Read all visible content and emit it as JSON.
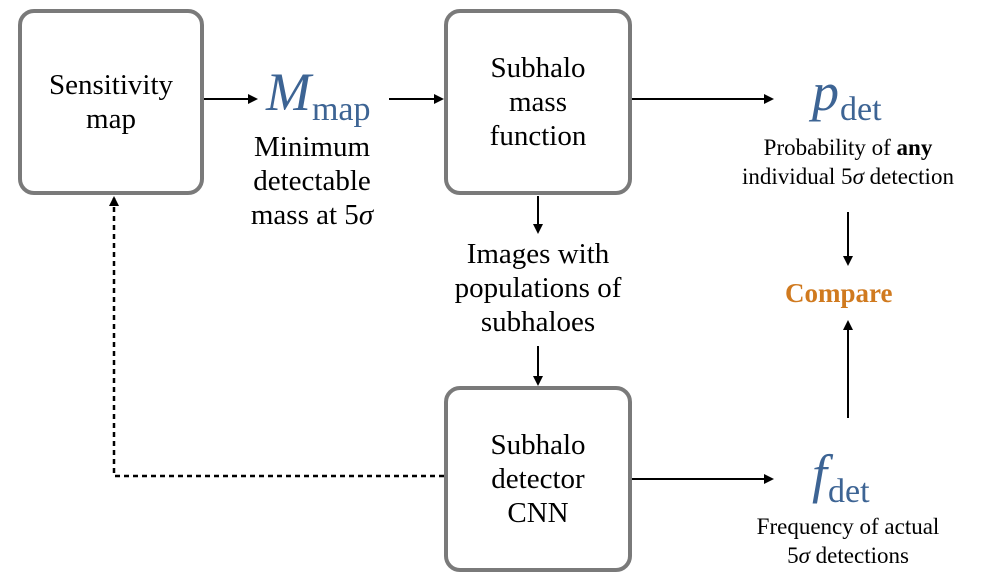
{
  "nodes": {
    "sensitivity_map": {
      "lines": [
        "Sensitivity",
        "map"
      ]
    },
    "mass_function": {
      "lines": [
        "Subhalo",
        "mass",
        "function"
      ]
    },
    "detector_cnn": {
      "lines": [
        "Subhalo",
        "detector",
        "CNN"
      ]
    }
  },
  "symbols": {
    "m_map": {
      "main": "M",
      "sub": "map"
    },
    "p_det": {
      "main": "p",
      "sub": "det"
    },
    "f_det": {
      "main": "f",
      "sub": "det"
    }
  },
  "labels": {
    "m_map_desc": {
      "line1": "Minimum",
      "line2": "detectable",
      "line3_prefix": "mass at 5",
      "sigma": "σ"
    },
    "images_desc": {
      "line1": "Images with",
      "line2": "populations of",
      "line3": "subhaloes"
    },
    "p_det_desc": {
      "line1_prefix": "Probability of ",
      "line1_bold": "any",
      "line2_prefix": "individual 5",
      "sigma": "σ",
      "line2_suffix": " detection"
    },
    "f_det_desc": {
      "line1": "Frequency of actual",
      "line2_prefix": "5",
      "sigma": "σ",
      "line2_suffix": " detections"
    },
    "compare": "Compare"
  },
  "colors": {
    "box_border": "#7a7a7a",
    "symbol": "#3d6494",
    "compare": "#d07a1f"
  }
}
